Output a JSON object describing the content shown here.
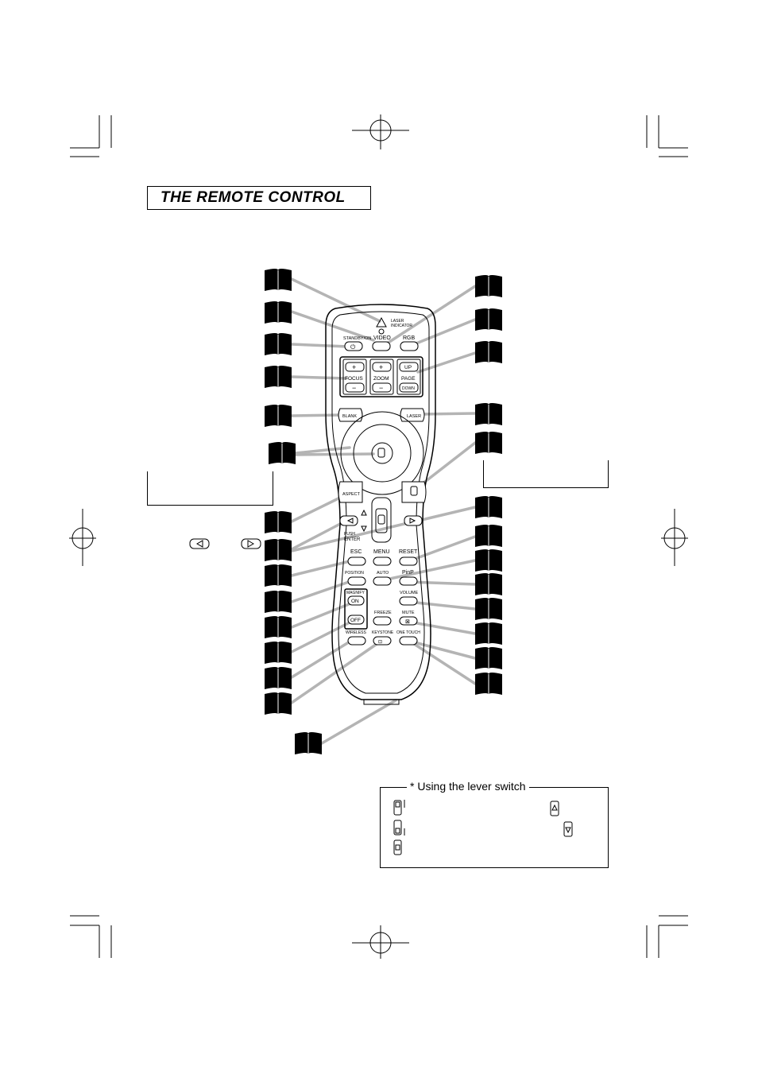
{
  "page": {
    "title": "THE REMOTE CONTROL"
  },
  "remote": {
    "laser_indicator": "LASER\nINDICATOR",
    "standby_on": "STANDBY/ON",
    "video": "VIDEO",
    "rgb": "RGB",
    "focus": "FOCUS",
    "zoom": "ZOOM",
    "page": "PAGE",
    "plus": "+",
    "minus": "−",
    "up": "UP",
    "down": "DOWN",
    "blank": "BLANK",
    "laser": "LASER",
    "aspect": "ASPECT",
    "push": "PUSH",
    "enter": "ENTER",
    "esc": "ESC",
    "menu": "MENU",
    "reset": "RESET",
    "position": "POSITION",
    "auto": "AUTO",
    "pinp": "PinP",
    "magnify": "MAGNIFY",
    "on": "ON",
    "off": "OFF",
    "freeze": "FREEZE",
    "volume": "VOLUME",
    "mute": "MUTE",
    "wireless": "WIRELESS",
    "keystone": "KEYSTONE",
    "one_touch": "ONE TOUCH"
  },
  "lever": {
    "title": "* Using the lever switch"
  }
}
